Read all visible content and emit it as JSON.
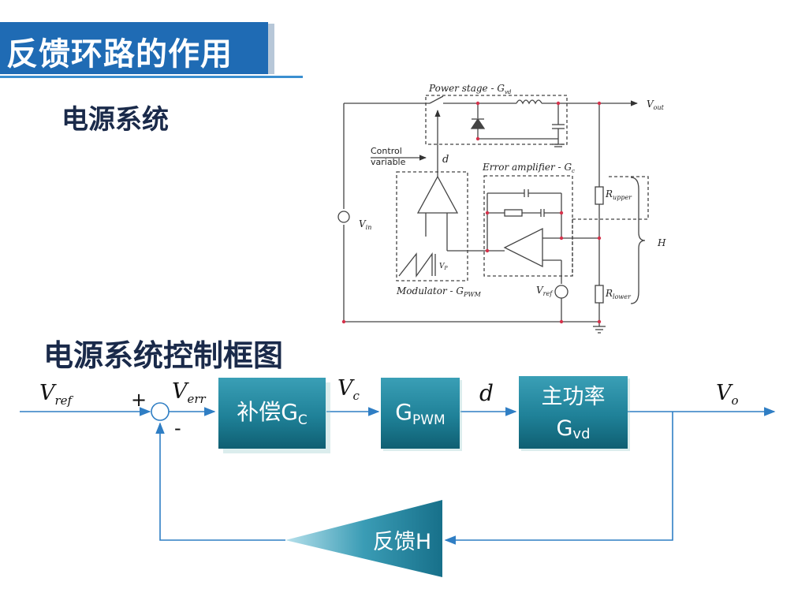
{
  "slide": {
    "title": "反馈环路的作用",
    "section_power_system": "电源系统",
    "section_block_diagram": "电源系统控制框图"
  },
  "circuit": {
    "power_stage_label": "Power stage - ",
    "power_stage_sym": "G",
    "power_stage_sub": "vd",
    "vout_sym": "V",
    "vout_sub": "out",
    "control_variable_1": "Control",
    "control_variable_2": "variable",
    "d_label": "d",
    "error_amp_label": "Error amplifier - ",
    "error_amp_sym": "G",
    "error_amp_sub": "c",
    "rupper_sym": "R",
    "rupper_sub": "upper",
    "rlower_sym": "R",
    "rlower_sub": "lower",
    "h_label": "H",
    "vin_sym": "V",
    "vin_sub": "in",
    "vp_sym": "V",
    "vp_sub": "P",
    "modulator_label": "Modulator - G",
    "modulator_sub": "PWM",
    "vref_sym": "V",
    "vref_sub": "ref"
  },
  "block_diagram": {
    "vref_sym": "V",
    "vref_sub": "ref",
    "plus": "+",
    "minus": "-",
    "verr_sym": "V",
    "verr_sub": "err",
    "compensator_label": "补偿G",
    "compensator_sub": "C",
    "vc_sym": "V",
    "vc_sub": "c",
    "pwm_label": "G",
    "pwm_sub": "PWM",
    "d_label": "d",
    "power_label_1": "主功率",
    "power_label_2": "G",
    "power_sub": "vd",
    "vo_sym": "V",
    "vo_sub": "o",
    "feedback_label": "反馈H"
  },
  "colors": {
    "title_bg": "#1f6bb4",
    "block_fill": "#1d7f96",
    "arrow": "#2f7ec4"
  }
}
